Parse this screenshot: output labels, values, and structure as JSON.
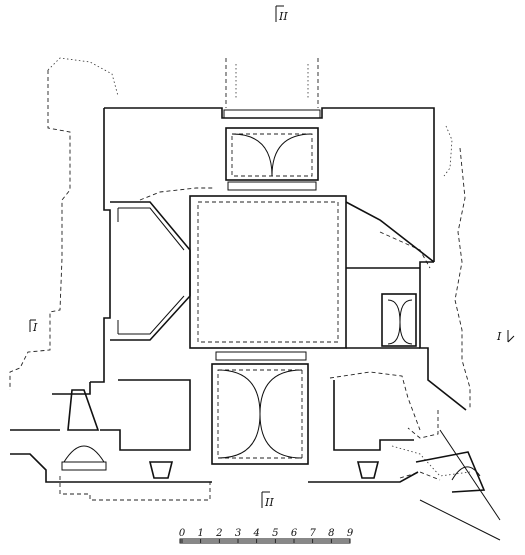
{
  "section_marks": {
    "top": "II",
    "bottom": "II",
    "left": "I",
    "right": "I"
  },
  "scale_bar": {
    "ticks": [
      "0",
      "1",
      "2",
      "3",
      "4",
      "5",
      "6",
      "7",
      "8",
      "9"
    ]
  }
}
